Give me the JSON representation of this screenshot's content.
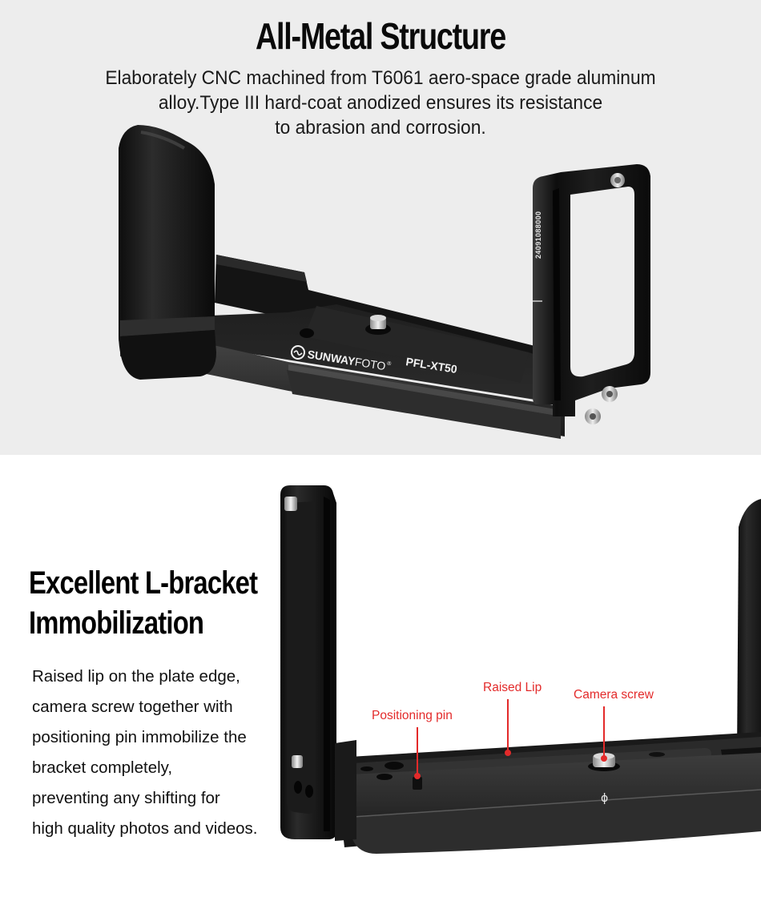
{
  "colors": {
    "section1_bg": "#ededed",
    "section2_bg": "#ffffff",
    "callout_red": "#e32a2a",
    "metal_dark": "#1c1c1c"
  },
  "section1": {
    "title": "All-Metal Structure",
    "body_lines": [
      "Elaborately CNC machined from T6061 aero-space grade aluminum",
      "alloy.Type III hard-coat anodized ensures its resistance",
      "to abrasion and corrosion."
    ],
    "product": {
      "brand": "SUNWAYFOTO",
      "brand_bold": "SUNWAY",
      "brand_light": "FOTO",
      "registered_mark": "®",
      "model": "PFL-XT50",
      "serial": "24091088000"
    }
  },
  "section2": {
    "title_lines": [
      "Excellent L-bracket",
      "Immobilization"
    ],
    "body_lines": [
      "Raised lip on the plate edge,",
      "camera screw together with",
      "positioning pin immobilize the",
      "bracket completely,",
      "preventing any shifting for",
      "high quality photos and videos."
    ],
    "callouts": [
      {
        "label": "Raised Lip"
      },
      {
        "label": "Camera screw"
      },
      {
        "label": "Positioning pin"
      }
    ],
    "plate_mark": "ϕ"
  }
}
